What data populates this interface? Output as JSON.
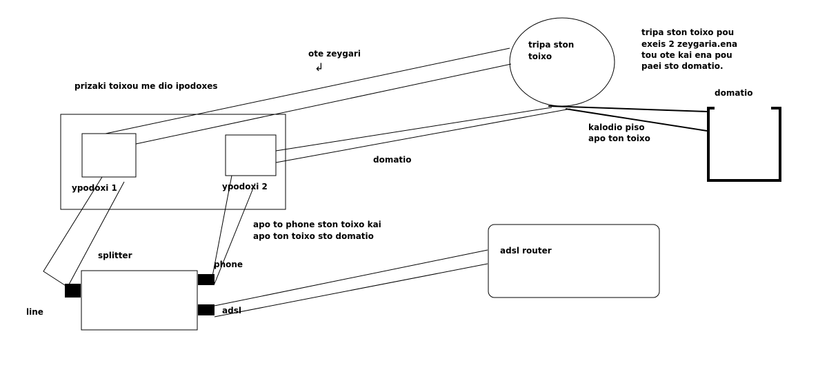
{
  "labels": {
    "ote_zeygari": "ote zeygari",
    "arrow_glyph": "↲",
    "prizaki": "prizaki toixou me dio ipodoxes",
    "tripa_line1": "tripa ston",
    "tripa_line2": "toixo",
    "note_line1": "tripa ston toixo pou",
    "note_line2": "exeis 2 zeygaria.ena",
    "note_line3": "tou ote kai ena pou",
    "note_line4": "paei sto domatio.",
    "domatio_room": "domatio",
    "kalodio_line1": "kalodio piso",
    "kalodio_line2": "apo ton toixo",
    "domatio_cable": "domatio",
    "ypodoxi1": "ypodoxi 1",
    "ypodoxi2": "ypodoxi 2",
    "apo_line1": "apo to phone ston toixo kai",
    "apo_line2": "apo ton toixo sto domatio",
    "splitter": "splitter",
    "phone": "phone",
    "adsl": "adsl",
    "line": "line",
    "adsl_router": "adsl router"
  }
}
